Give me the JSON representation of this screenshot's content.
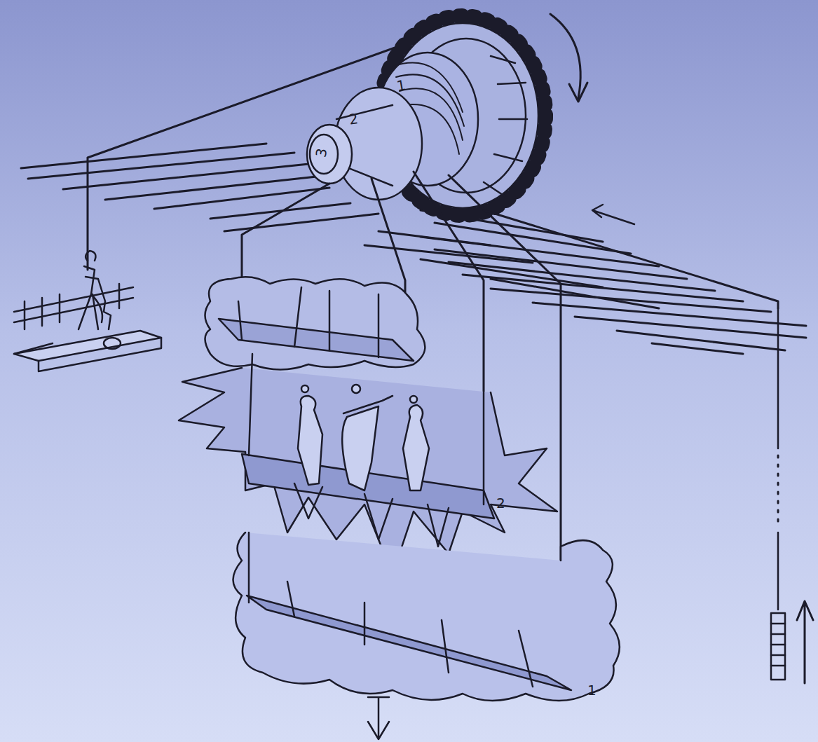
{
  "diagram": {
    "labels": [
      "1",
      "2",
      "3",
      "2",
      "1"
    ]
  }
}
